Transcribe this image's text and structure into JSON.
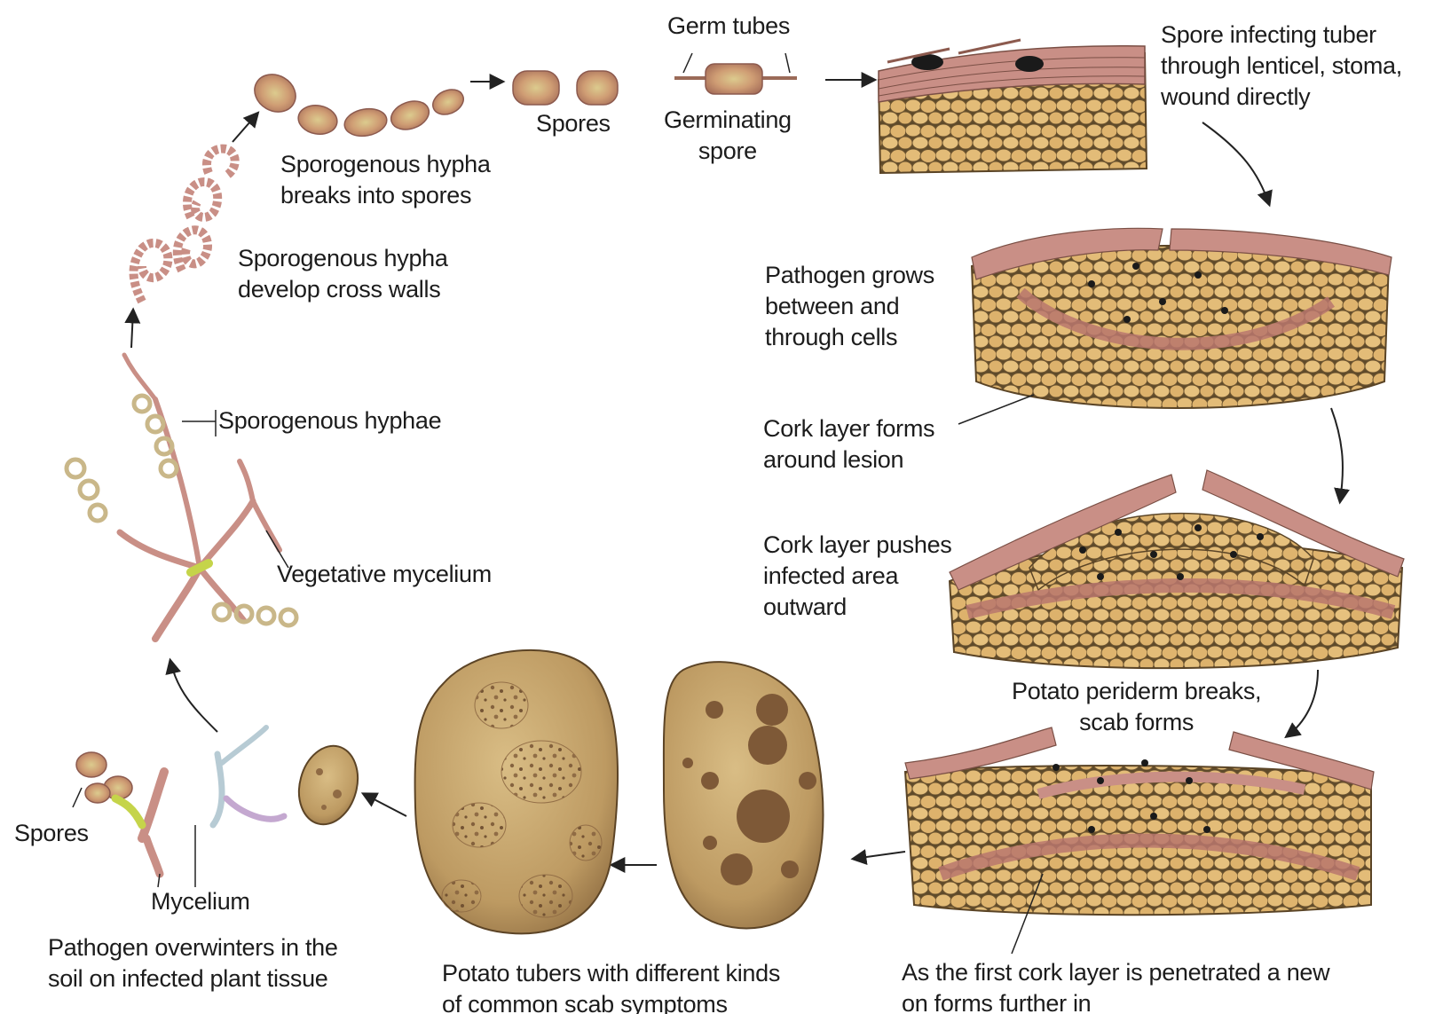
{
  "colors": {
    "spore_fill": "#c98f6b",
    "spore_center": "#d8c48a",
    "hypha": "#d9a394",
    "hypha_dark": "#8c5a4e",
    "cell_fill": "#e1b872",
    "cell_stroke": "#6e5530",
    "cork": "#c98f86",
    "tuber_fill": "#c6a36a",
    "tuber_lesion": "#8f6a44",
    "arrow": "#222222",
    "pathogen": "#1a1a1a",
    "green": "#c5d44a",
    "blue_hypha": "#b7cbd4",
    "lilac_hypha": "#c4a8d0"
  },
  "labels": {
    "germ_tubes": "Germ tubes",
    "germinating_spore": "Germinating\nspore",
    "spores_top": "Spores",
    "spore_infecting": "Spore infecting tuber\nthrough lenticel, stoma,\nwound directly",
    "sporogenous_breaks": "Sporogenous hypha\nbreaks into spores",
    "sporogenous_cross": "Sporogenous hypha\ndevelop cross walls",
    "sporogenous_hyphae": "Sporogenous hyphae",
    "vegetative_mycelium": "Vegetative mycelium",
    "pathogen_grows": "Pathogen grows\nbetween and\nthrough cells",
    "cork_forms": "Cork layer forms\naround lesion",
    "cork_pushes": "Cork layer pushes\ninfected area\noutward",
    "periderm_breaks": "Potato periderm breaks,\nscab forms",
    "spores_bottom": "Spores",
    "mycelium": "Mycelium",
    "overwinters": "Pathogen overwinters in the\nsoil on infected plant tissue",
    "tubers_symptoms": "Potato tubers with different kinds\nof common scab symptoms",
    "first_cork": "As the first cork layer is penetrated a new\non forms further in"
  }
}
